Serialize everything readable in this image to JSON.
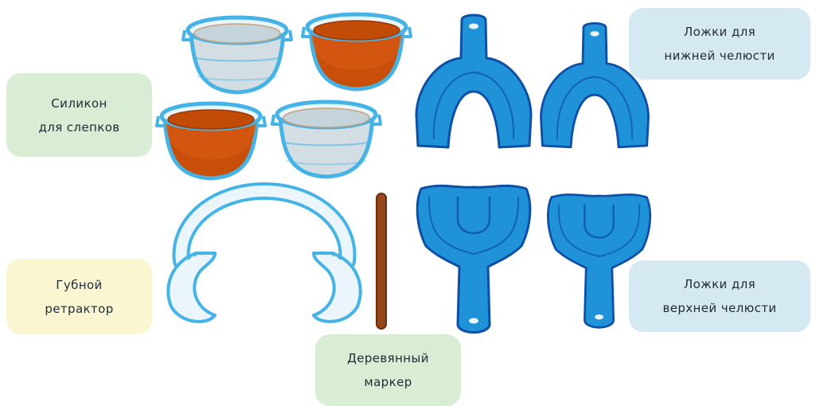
{
  "colors": {
    "label_green": "#d9edd5",
    "label_blue": "#d4e9f2",
    "label_yellow": "#fbf6d2",
    "tray_blue": "#1f92d8",
    "tray_outline": "#0d4fa5",
    "cup_outline": "#45b3e6",
    "silicone_orange": "#c84f0a",
    "stick_brown": "#96461b"
  },
  "labels": {
    "silicone": {
      "line1": "Силикон",
      "line2": "для слепков"
    },
    "lower_trays": {
      "line1": "Ложки для",
      "line2": "нижней челюсти"
    },
    "retractor": {
      "line1": "Губной",
      "line2": "ретрактор"
    },
    "upper_trays": {
      "line1": "Ложки для",
      "line2": "верхней челюсти"
    },
    "marker": {
      "line1": "Деревянный",
      "line2": "маркер"
    }
  },
  "cups": [
    {
      "icon": "silicone-cup-icon",
      "fill": "empty"
    },
    {
      "icon": "silicone-cup-icon",
      "fill": "orange"
    },
    {
      "icon": "silicone-cup-icon",
      "fill": "orange"
    },
    {
      "icon": "silicone-cup-icon",
      "fill": "empty"
    }
  ],
  "icons": {
    "lower_tray": "lower-impression-tray-icon",
    "upper_tray": "upper-impression-tray-icon",
    "retractor": "lip-retractor-icon",
    "marker": "wooden-stick-icon"
  }
}
